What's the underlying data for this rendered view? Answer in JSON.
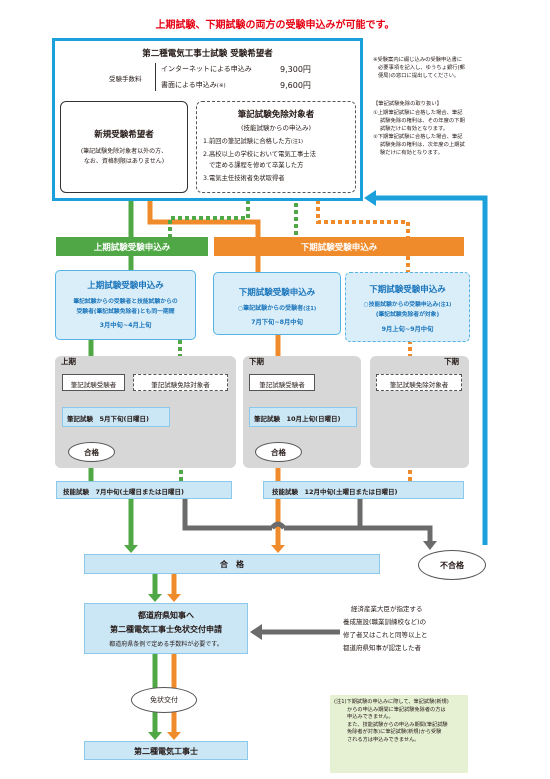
{
  "header": "上期試験、下期試験の両方の受験申込みが可能です。",
  "applicant": {
    "title": "第二種電気工事士試験 受験希望者",
    "fee_label": "受験手数料",
    "internet_label": "インターネットによる申込み",
    "internet_fee": "9,300円",
    "paper_label": "書面による申込み",
    "paper_mark": "(※)",
    "paper_fee": "9,600円"
  },
  "new_applicant": {
    "title": "新規受験希望者",
    "desc1": "(筆記試験免除対象者以外の方、",
    "desc2": "なお、資格制限はありません)"
  },
  "exempt": {
    "title": "筆記試験免除対象者",
    "subtitle": "(技能試験からの申込み)",
    "item1": "1.前回の筆記試験に合格した方",
    "item1_note": "(注1)",
    "item2a": "2.高校以上の学校において電気工事士法",
    "item2b": "で定める課程を修めて卒業した方",
    "item3": "3.電気主任技術者免状取得者"
  },
  "side_note1": [
    "※受験案内に綴じ込みの受験申込書に",
    "必要事項を記入し、ゆうちょ銀行(郵",
    "便局)の窓口に提出してください。"
  ],
  "side_note2": [
    "【筆記試験免除の取り扱い】",
    "①上期筆記試験に合格した場合、筆記",
    "試験免除の権利は、その年度の下期",
    "試験だけに有効となります。",
    "②下期筆記試験に合格した場合、筆記",
    "試験免除の権利は、次年度の上期試",
    "験だけに有効となります。"
  ],
  "upper_bar": "上期試験受験申込み",
  "lower_bar": "下期試験受験申込み",
  "upper_app": {
    "title": "上期試験受験申込み",
    "line1": "筆記試験からの受験者と技能試験からの",
    "line2": "受験者(筆記試験免除者)とも同一期間",
    "period": "3月中旬~4月上旬"
  },
  "lower_app": {
    "title": "下期試験受験申込み",
    "line1": "○筆記試験からの受験者",
    "note": "(注1)",
    "period": "7月下旬~8月中旬"
  },
  "lower_app2": {
    "title": "下期試験受験申込み",
    "line1": "○技能試験からの受験申込み",
    "note": "(注1)",
    "line2": "(筆記試験免除者が対象)",
    "period": "9月上旬~9月中旬"
  },
  "first_half": {
    "label": "上期",
    "written_examinee": "筆記試験受験者",
    "exempt_label": "筆記試験免除対象者",
    "written_test": "筆記試験　5月下旬(日曜日)",
    "pass": "合格"
  },
  "second_half": {
    "label": "下期",
    "written_examinee": "筆記試験受験者",
    "written_test": "筆記試験　10月上旬(日曜日)",
    "pass": "合格"
  },
  "second_half_exempt": {
    "label": "下期",
    "exempt_label": "筆記試験免除対象者"
  },
  "skill_test_1": "技能試験　7月中旬(土曜日または日曜日)",
  "skill_test_2": "技能試験　12月中旬(土曜日または日曜日)",
  "final_pass": "合　格",
  "fail": "不合格",
  "prefecture": {
    "line1": "都道府県知事へ",
    "line2": "第二種電気工事士免状交付申請",
    "line3": "都道府県条例で定める手数料が必要です。"
  },
  "facility": [
    "経済産業大臣が指定する",
    "養成施設(職業訓練校など)の",
    "修了者又はこれと同等以上と",
    "都道府県知事が認定した者"
  ],
  "license_issue": "免状交付",
  "final_title": "第二種電気工事士",
  "bottom_note": [
    "(注1)下期試験の申込みに際して、筆記試験(新規)",
    "からの申込み期間に筆記試験免除者の方は",
    "申込みできません。",
    "また、技能試験からの申込み期間(筆記試験",
    "免除者が対象)に筆記試験(新規)から受験",
    "される方は申込みできません。"
  ],
  "colors": {
    "green": "#4fa845",
    "orange": "#f08b2c",
    "blue": "#1aa1db",
    "red": "#e60012",
    "gray": "#6b6b6b"
  }
}
